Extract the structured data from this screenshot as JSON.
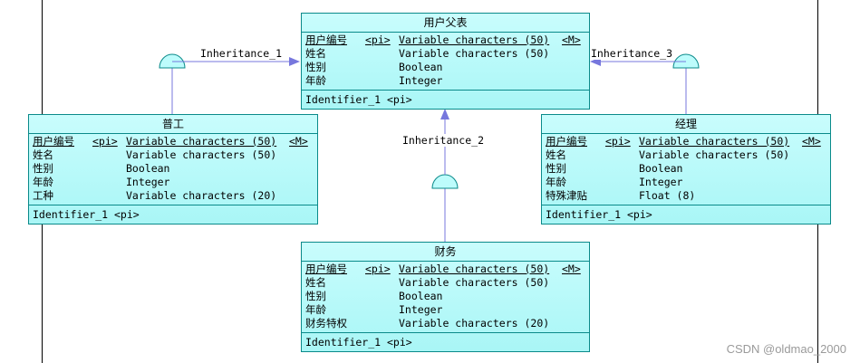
{
  "diagram": {
    "colors": {
      "entity_fill": "#bdfcfc",
      "entity_border": "#0a8a8a",
      "link": "#7777dd"
    },
    "entities": {
      "parent": {
        "title": "用户父表",
        "attrs": [
          {
            "name": "用户编号",
            "tag": "<pi>",
            "type": "Variable characters (50)",
            "flag": "<M>"
          },
          {
            "name": "姓名",
            "tag": "",
            "type": "Variable characters (50)",
            "flag": ""
          },
          {
            "name": "性别",
            "tag": "",
            "type": "Boolean",
            "flag": ""
          },
          {
            "name": "年龄",
            "tag": "",
            "type": "Integer",
            "flag": ""
          }
        ],
        "identifier": "Identifier_1  <pi>"
      },
      "worker": {
        "title": "普工",
        "attrs": [
          {
            "name": "用户编号",
            "tag": "<pi>",
            "type": "Variable characters (50)",
            "flag": "<M>"
          },
          {
            "name": "姓名",
            "tag": "",
            "type": "Variable characters (50)",
            "flag": ""
          },
          {
            "name": "性别",
            "tag": "",
            "type": "Boolean",
            "flag": ""
          },
          {
            "name": "年龄",
            "tag": "",
            "type": "Integer",
            "flag": ""
          },
          {
            "name": "工种",
            "tag": "",
            "type": "Variable characters (20)",
            "flag": ""
          }
        ],
        "identifier": "Identifier_1  <pi>"
      },
      "manager": {
        "title": "经理",
        "attrs": [
          {
            "name": "用户编号",
            "tag": "<pi>",
            "type": "Variable characters (50)",
            "flag": "<M>"
          },
          {
            "name": "姓名",
            "tag": "",
            "type": "Variable characters (50)",
            "flag": ""
          },
          {
            "name": "性别",
            "tag": "",
            "type": "Boolean",
            "flag": ""
          },
          {
            "name": "年龄",
            "tag": "",
            "type": "Integer",
            "flag": ""
          },
          {
            "name": "特殊津贴",
            "tag": "",
            "type": "Float (8)",
            "flag": ""
          }
        ],
        "identifier": "Identifier_1  <pi>"
      },
      "finance": {
        "title": "财务",
        "attrs": [
          {
            "name": "用户编号",
            "tag": "<pi>",
            "type": "Variable characters (50)",
            "flag": "<M>"
          },
          {
            "name": "姓名",
            "tag": "",
            "type": "Variable characters (50)",
            "flag": ""
          },
          {
            "name": "性别",
            "tag": "",
            "type": "Boolean",
            "flag": ""
          },
          {
            "name": "年龄",
            "tag": "",
            "type": "Integer",
            "flag": ""
          },
          {
            "name": "财务特权",
            "tag": "",
            "type": "Variable characters (20)",
            "flag": ""
          }
        ],
        "identifier": "Identifier_1  <pi>"
      }
    },
    "links": {
      "inheritance_1": "Inheritance_1",
      "inheritance_2": "Inheritance_2",
      "inheritance_3": "Inheritance_3"
    }
  },
  "watermark": "CSDN @oldmao_2000"
}
